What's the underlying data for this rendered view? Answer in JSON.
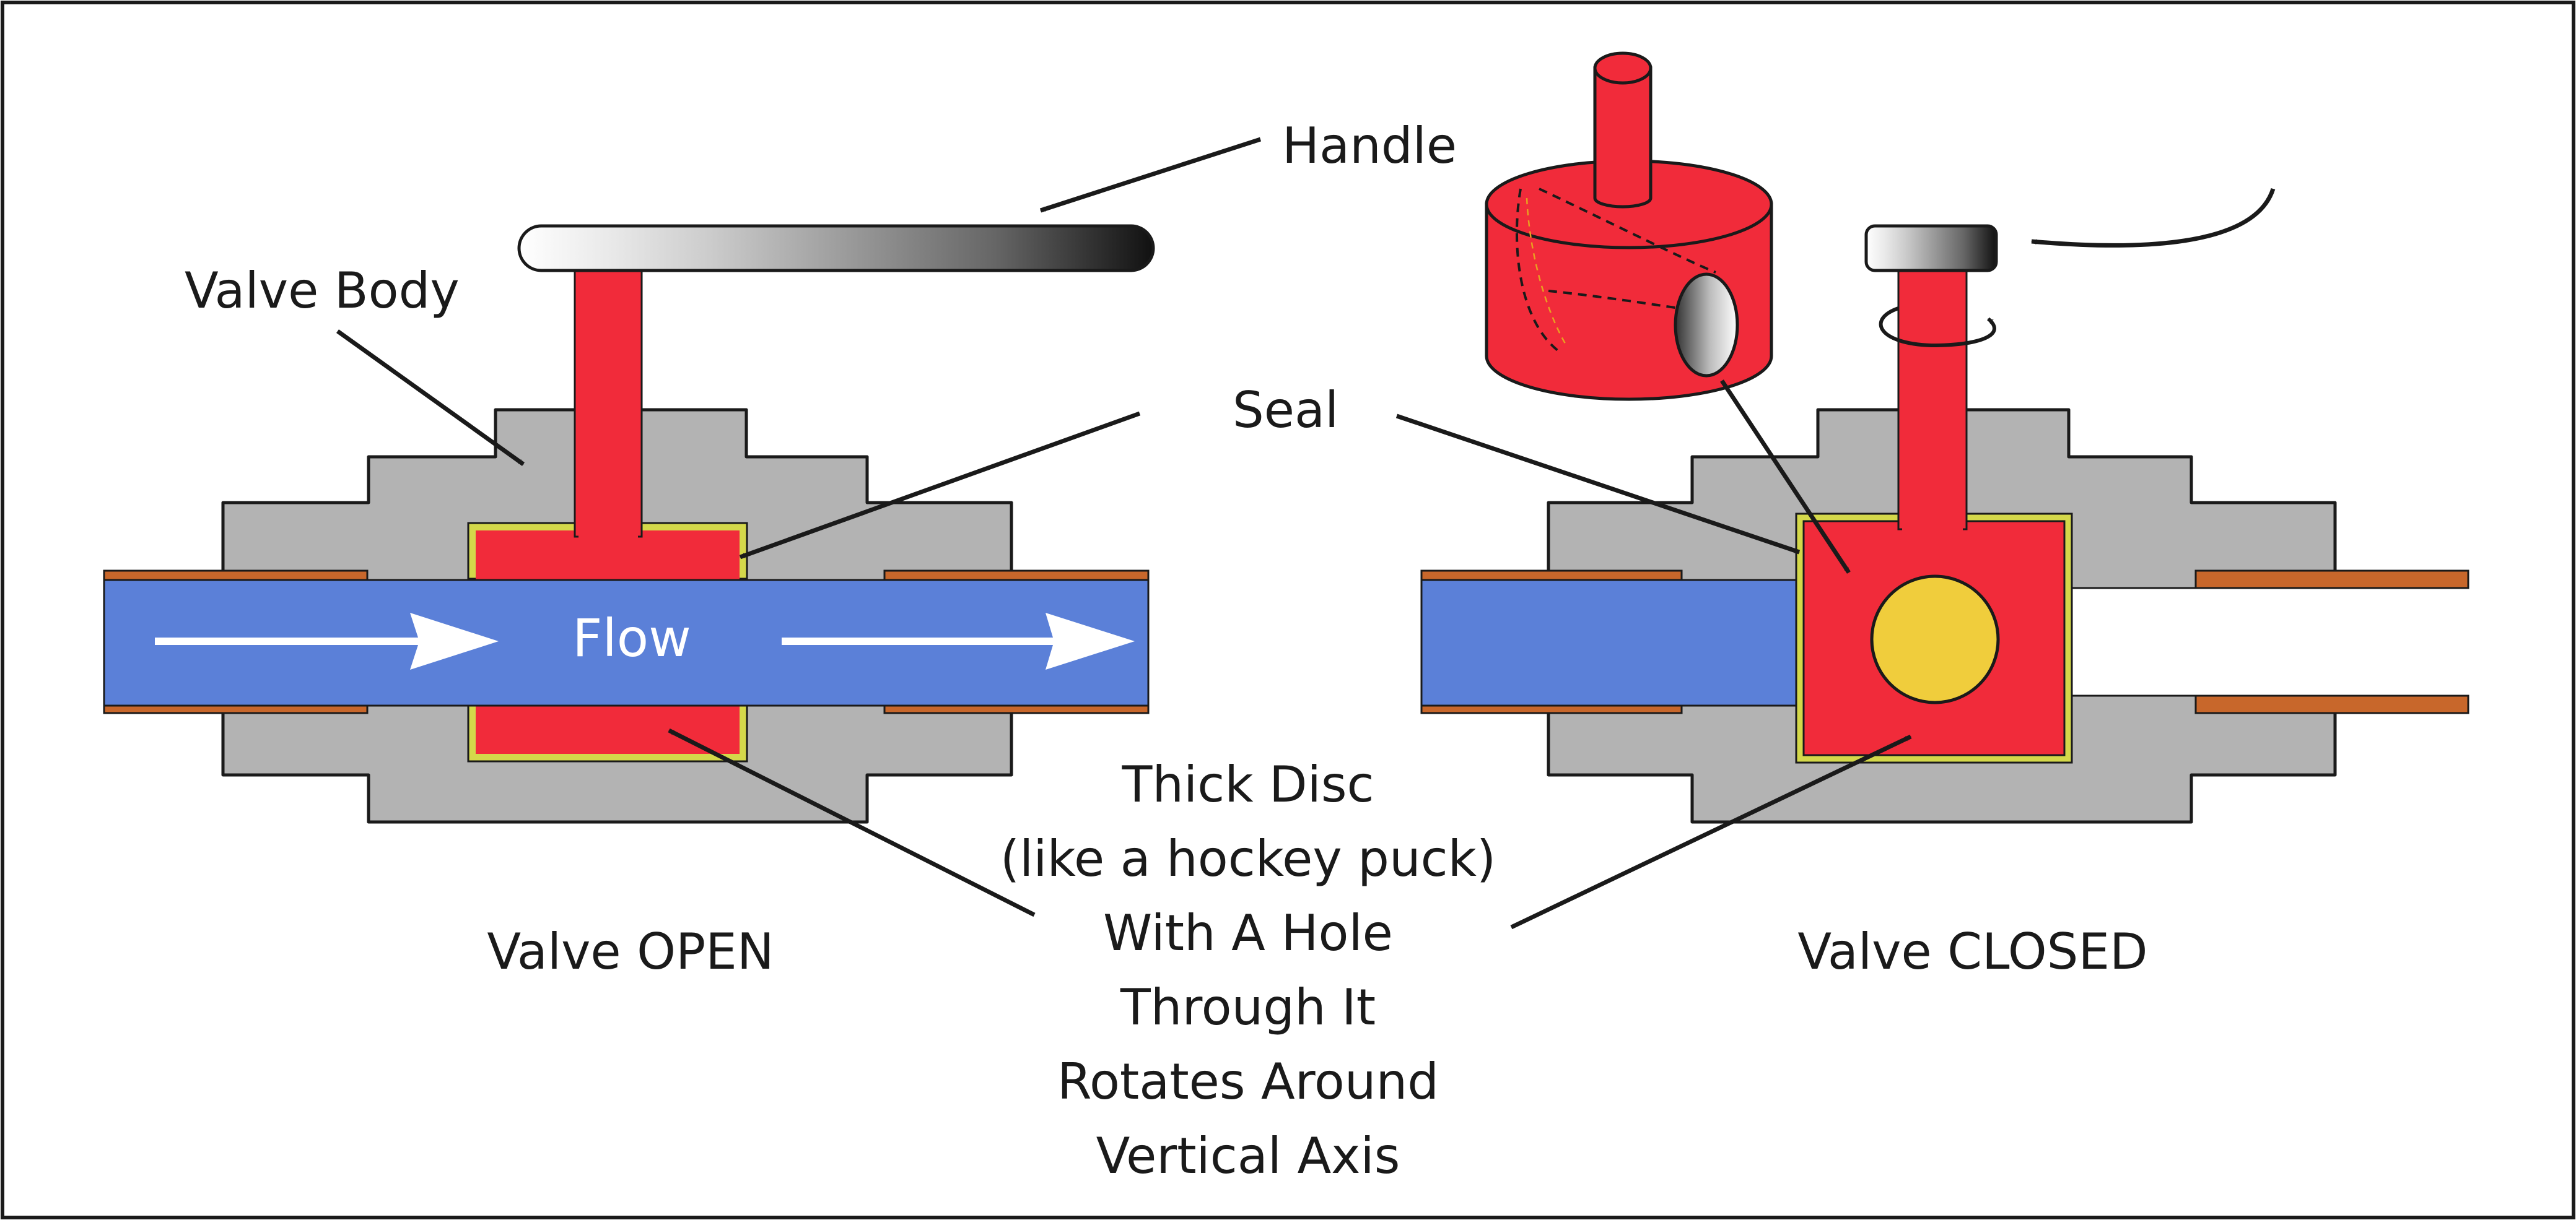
{
  "labels": {
    "handle": "Handle",
    "valve_body": "Valve Body",
    "seal": "Seal",
    "flow": "Flow",
    "disc_lines": [
      "Thick Disc",
      "(like a hockey puck)",
      "With A Hole",
      "Through It",
      "Rotates Around",
      "Vertical Axis"
    ],
    "valve_open": "Valve OPEN",
    "valve_closed": "Valve CLOSED"
  },
  "colors": {
    "valve_body": "#b3b3b3",
    "disc": "#f12b3a",
    "flow": "#5b80d8",
    "pipe_band": "#c8672b",
    "seal": "#d4d84a",
    "hole": "#f0cd3c",
    "outline": "#1a1a1a"
  }
}
